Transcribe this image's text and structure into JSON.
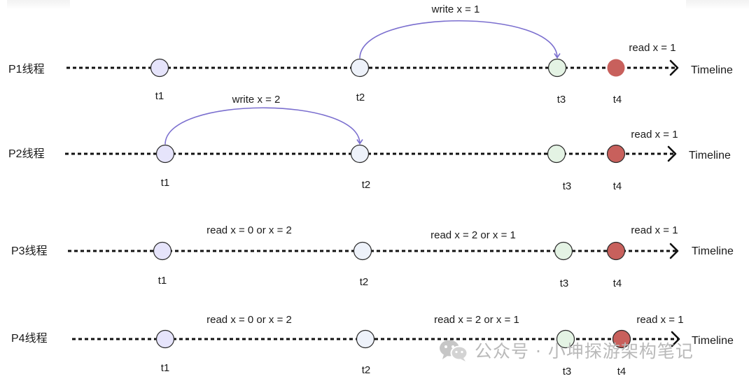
{
  "colors": {
    "line": "#111111",
    "arrow_arc": "#7b6fcf",
    "node_border": "#2a2a2a",
    "t1_fill": "#e6e4fb",
    "t2_fill": "#eef2fa",
    "t3_fill": "#e4f3e4",
    "t4_fill": "#c8605c",
    "watermark": "#b9b9b9"
  },
  "rows": [
    {
      "label": "P1线程",
      "timeline": "Timeline",
      "nodes": [
        {
          "time": "t1",
          "fill": "t1",
          "stroke": true
        },
        {
          "time": "t2",
          "fill": "t2",
          "stroke": true
        },
        {
          "time": "t3",
          "fill": "t3",
          "stroke": true
        },
        {
          "time": "t4",
          "fill": "t4",
          "stroke": false
        }
      ],
      "arc": {
        "from": 1,
        "to": 2,
        "text": "write x = 1"
      },
      "notes": [
        {
          "text": "read x = 1"
        }
      ]
    },
    {
      "label": "P2线程",
      "timeline": "Timeline",
      "nodes": [
        {
          "time": "t1",
          "fill": "t1",
          "stroke": true
        },
        {
          "time": "t2",
          "fill": "t2",
          "stroke": true
        },
        {
          "time": "t3",
          "fill": "t3",
          "stroke": true
        },
        {
          "time": "t4",
          "fill": "t4",
          "stroke": true
        }
      ],
      "arc": {
        "from": 0,
        "to": 1,
        "text": "write x = 2"
      },
      "notes": [
        {
          "text": "read x = 1"
        }
      ]
    },
    {
      "label": "P3线程",
      "timeline": "Timeline",
      "nodes": [
        {
          "time": "t1",
          "fill": "t1",
          "stroke": true
        },
        {
          "time": "t2",
          "fill": "t2",
          "stroke": true
        },
        {
          "time": "t3",
          "fill": "t3",
          "stroke": true
        },
        {
          "time": "t4",
          "fill": "t4",
          "stroke": true
        }
      ],
      "arc": null,
      "notes": [
        {
          "text": "read x = 0 or x = 2"
        },
        {
          "text": "read x = 2 or x = 1"
        },
        {
          "text": "read x = 1"
        }
      ]
    },
    {
      "label": "P4线程",
      "timeline": "Timeline",
      "nodes": [
        {
          "time": "t1",
          "fill": "t1",
          "stroke": true
        },
        {
          "time": "t2",
          "fill": "t2",
          "stroke": true
        },
        {
          "time": "t3",
          "fill": "t3",
          "stroke": true
        },
        {
          "time": "t4",
          "fill": "t4",
          "stroke": true
        }
      ],
      "arc": null,
      "notes": [
        {
          "text": "read x = 0 or x = 2"
        },
        {
          "text": "read x = 2 or x = 1"
        },
        {
          "text": "read x = 1"
        }
      ]
    }
  ],
  "watermark": {
    "icon": "wechat-icon",
    "text": "公众号 · 小坤探游架构笔记"
  }
}
